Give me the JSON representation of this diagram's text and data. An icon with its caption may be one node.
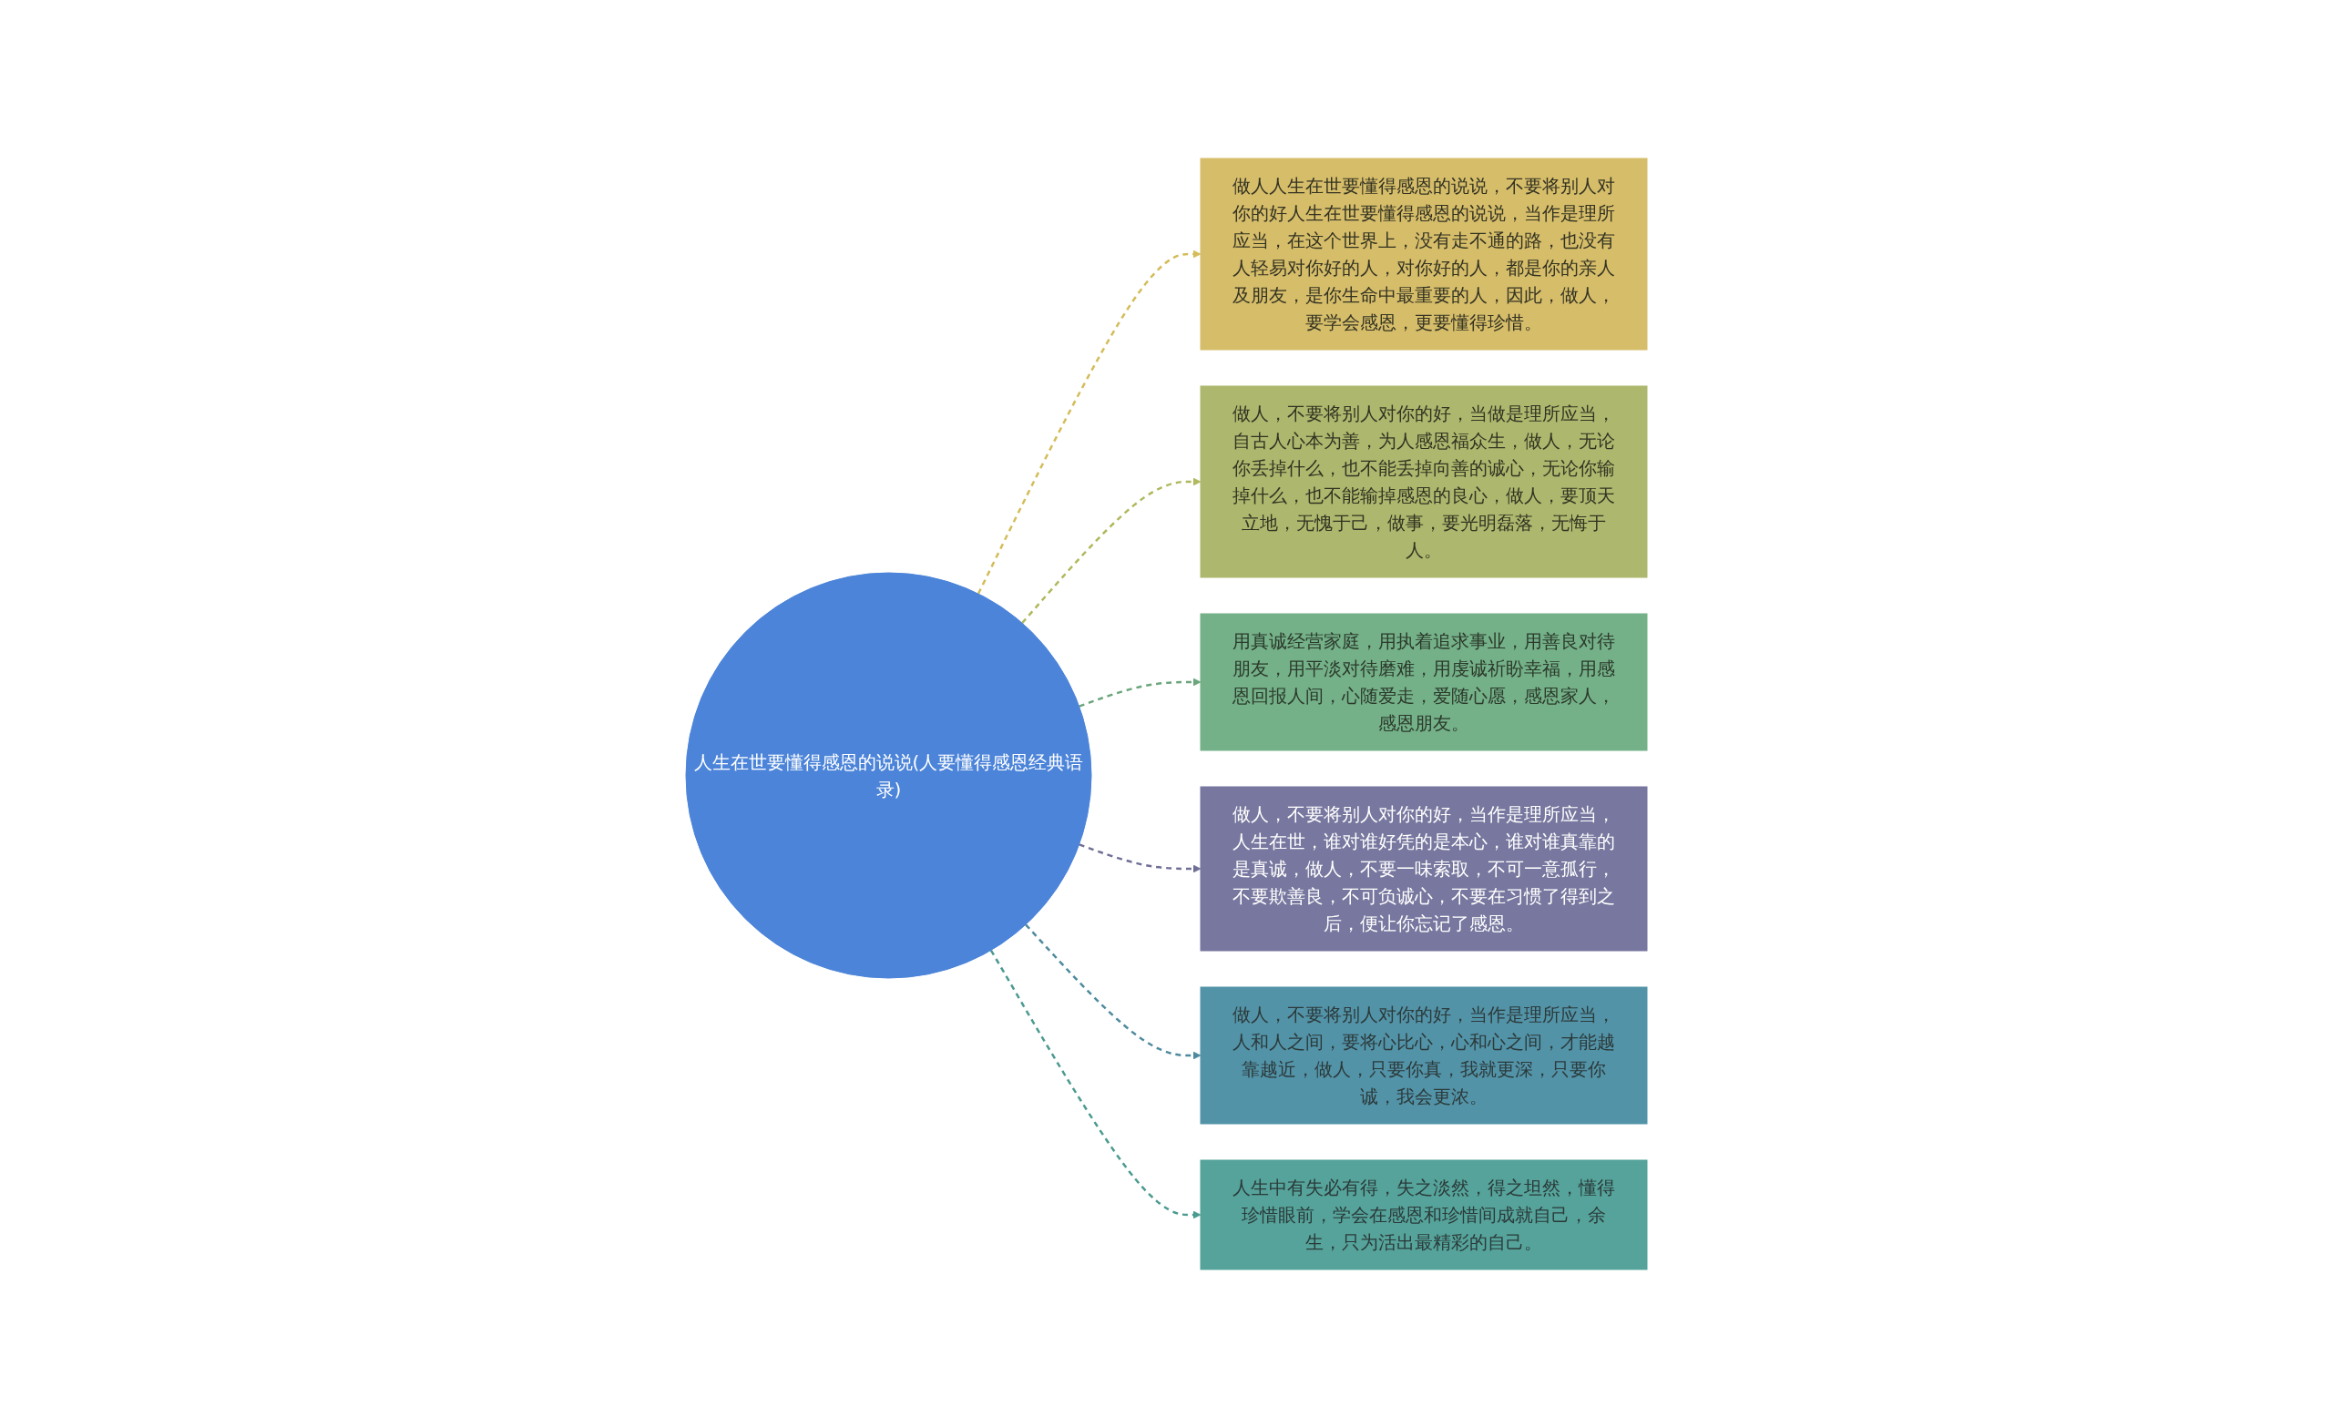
{
  "diagram": {
    "nodes": [
      {
        "text": [
          "人生在世要懂得感恩的说说(人要懂得感恩经典语录)"
        ]
      },
      {
        "text": [
          "做人人生在世要懂得感恩的说说，不要将别人对你的好人生在世要懂得感恩的说说，当作是理所应当，在这个世界上，没有走不通的路，也没有人轻易对你好的人，对你好的人，都是你的亲人及朋友，是你生命中最重要的人，因此，做人，要学会感恩，更要懂得珍惜。"
        ]
      },
      {
        "text": [
          "做人，不要将别人对你的好，当做是理所应当，自古人心本为善，为人感恩福众生，做人，无论你丢掉什么，也不能丢掉向善的诚心，无论你输掉什么，也不能输掉感恩的良心，做人，要顶天立地，无愧于己，做事，要光明磊落，无悔于人。"
        ]
      },
      {
        "text": [
          "用真诚经营家庭，用执着追求事业，用善良对待朋友，用平淡对待磨难，用虔诚祈盼幸福，用感恩回报人间，心随爱走，爱随心愿，感恩家人，感恩朋友。"
        ]
      },
      {
        "text": [
          "做人，不要将别人对你的好，当作是理所应当，人生在世，谁对谁好凭的是本心，谁对谁真靠的是真诚，做人，不要一味索取，不可一意孤行，不要欺善良，不可负诚心，不要在习惯了得到之后，便让你忘记了感恩。"
        ]
      },
      {
        "text": [
          "做人，不要将别人对你的好，当作是理所应当，人和人之间，要将心比心，心和心之间，才能越靠越近，做人，只要你真，我就更深，只要你诚，我会更浓。"
        ]
      },
      {
        "text": [
          "人生中有失必有得，失之淡然，得之坦然，懂得珍惜眼前，学会在感恩和珍惜间成就自己，余生，只为活出最精彩的自己。"
        ]
      }
    ],
    "edges": [
      {
        "from": 0,
        "to": 1,
        "arrow": "to",
        "style": "dashed",
        "color": "#d4bc5a"
      },
      {
        "from": 0,
        "to": 2,
        "arrow": "to",
        "style": "dashed",
        "color": "#b0b85c"
      },
      {
        "from": 0,
        "to": 3,
        "arrow": "to",
        "style": "dashed",
        "color": "#6aa57b"
      },
      {
        "from": 0,
        "to": 4,
        "arrow": "to",
        "style": "dashed",
        "color": "#6f6f95"
      },
      {
        "from": 0,
        "to": 5,
        "arrow": "to",
        "style": "dashed",
        "color": "#4e8a9e"
      },
      {
        "from": 0,
        "to": 6,
        "arrow": "to",
        "style": "dashed",
        "color": "#4b9a8f"
      }
    ]
  }
}
